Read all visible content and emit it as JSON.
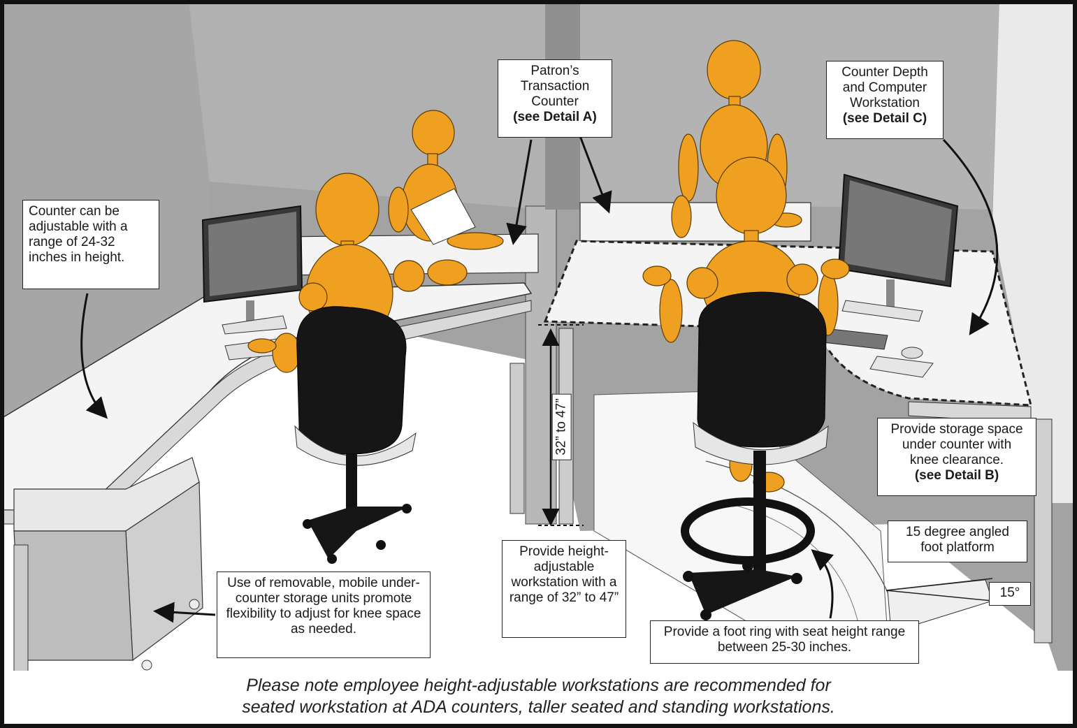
{
  "callouts": {
    "patron_counter": {
      "lines": [
        "Patron’s",
        "Transaction",
        "Counter"
      ],
      "ref": "(see Detail A)"
    },
    "counter_depth": {
      "lines": [
        "Counter Depth",
        "and Computer",
        "Workstation"
      ],
      "ref": "(see Detail C)"
    },
    "adjustable_counter": {
      "text": "Counter can be adjustable with a range of 24-32 inches in height."
    },
    "storage_space": {
      "lines": [
        "Provide storage space",
        "under counter with",
        "knee clearance."
      ],
      "ref": "(see Detail B)"
    },
    "foot_platform": {
      "text": "15 degree angled foot platform"
    },
    "angle": {
      "text": "15°"
    },
    "height_range_vertical": {
      "text": "32” to 47”"
    },
    "height_adjustable": {
      "text": "Provide height-adjustable workstation with a range of 32” to 47”"
    },
    "mobile_storage": {
      "text": "Use of removable, mobile under-counter storage units promote flexibility to adjust for knee space as needed."
    },
    "foot_ring": {
      "text": "Provide a foot ring with seat height range between 25-30 inches."
    }
  },
  "note": {
    "line1": "Please note employee height-adjustable workstations are recommended for",
    "line2": "seated workstation at ADA counters, taller seated and standing workstations."
  },
  "colors": {
    "wall": "#9c9c9c",
    "wall_dark": "#8a8a8a",
    "counter": "#f4f4f4",
    "mannequin": "#f0a020",
    "chair": "#1a1a1a",
    "frame": "#111111"
  }
}
